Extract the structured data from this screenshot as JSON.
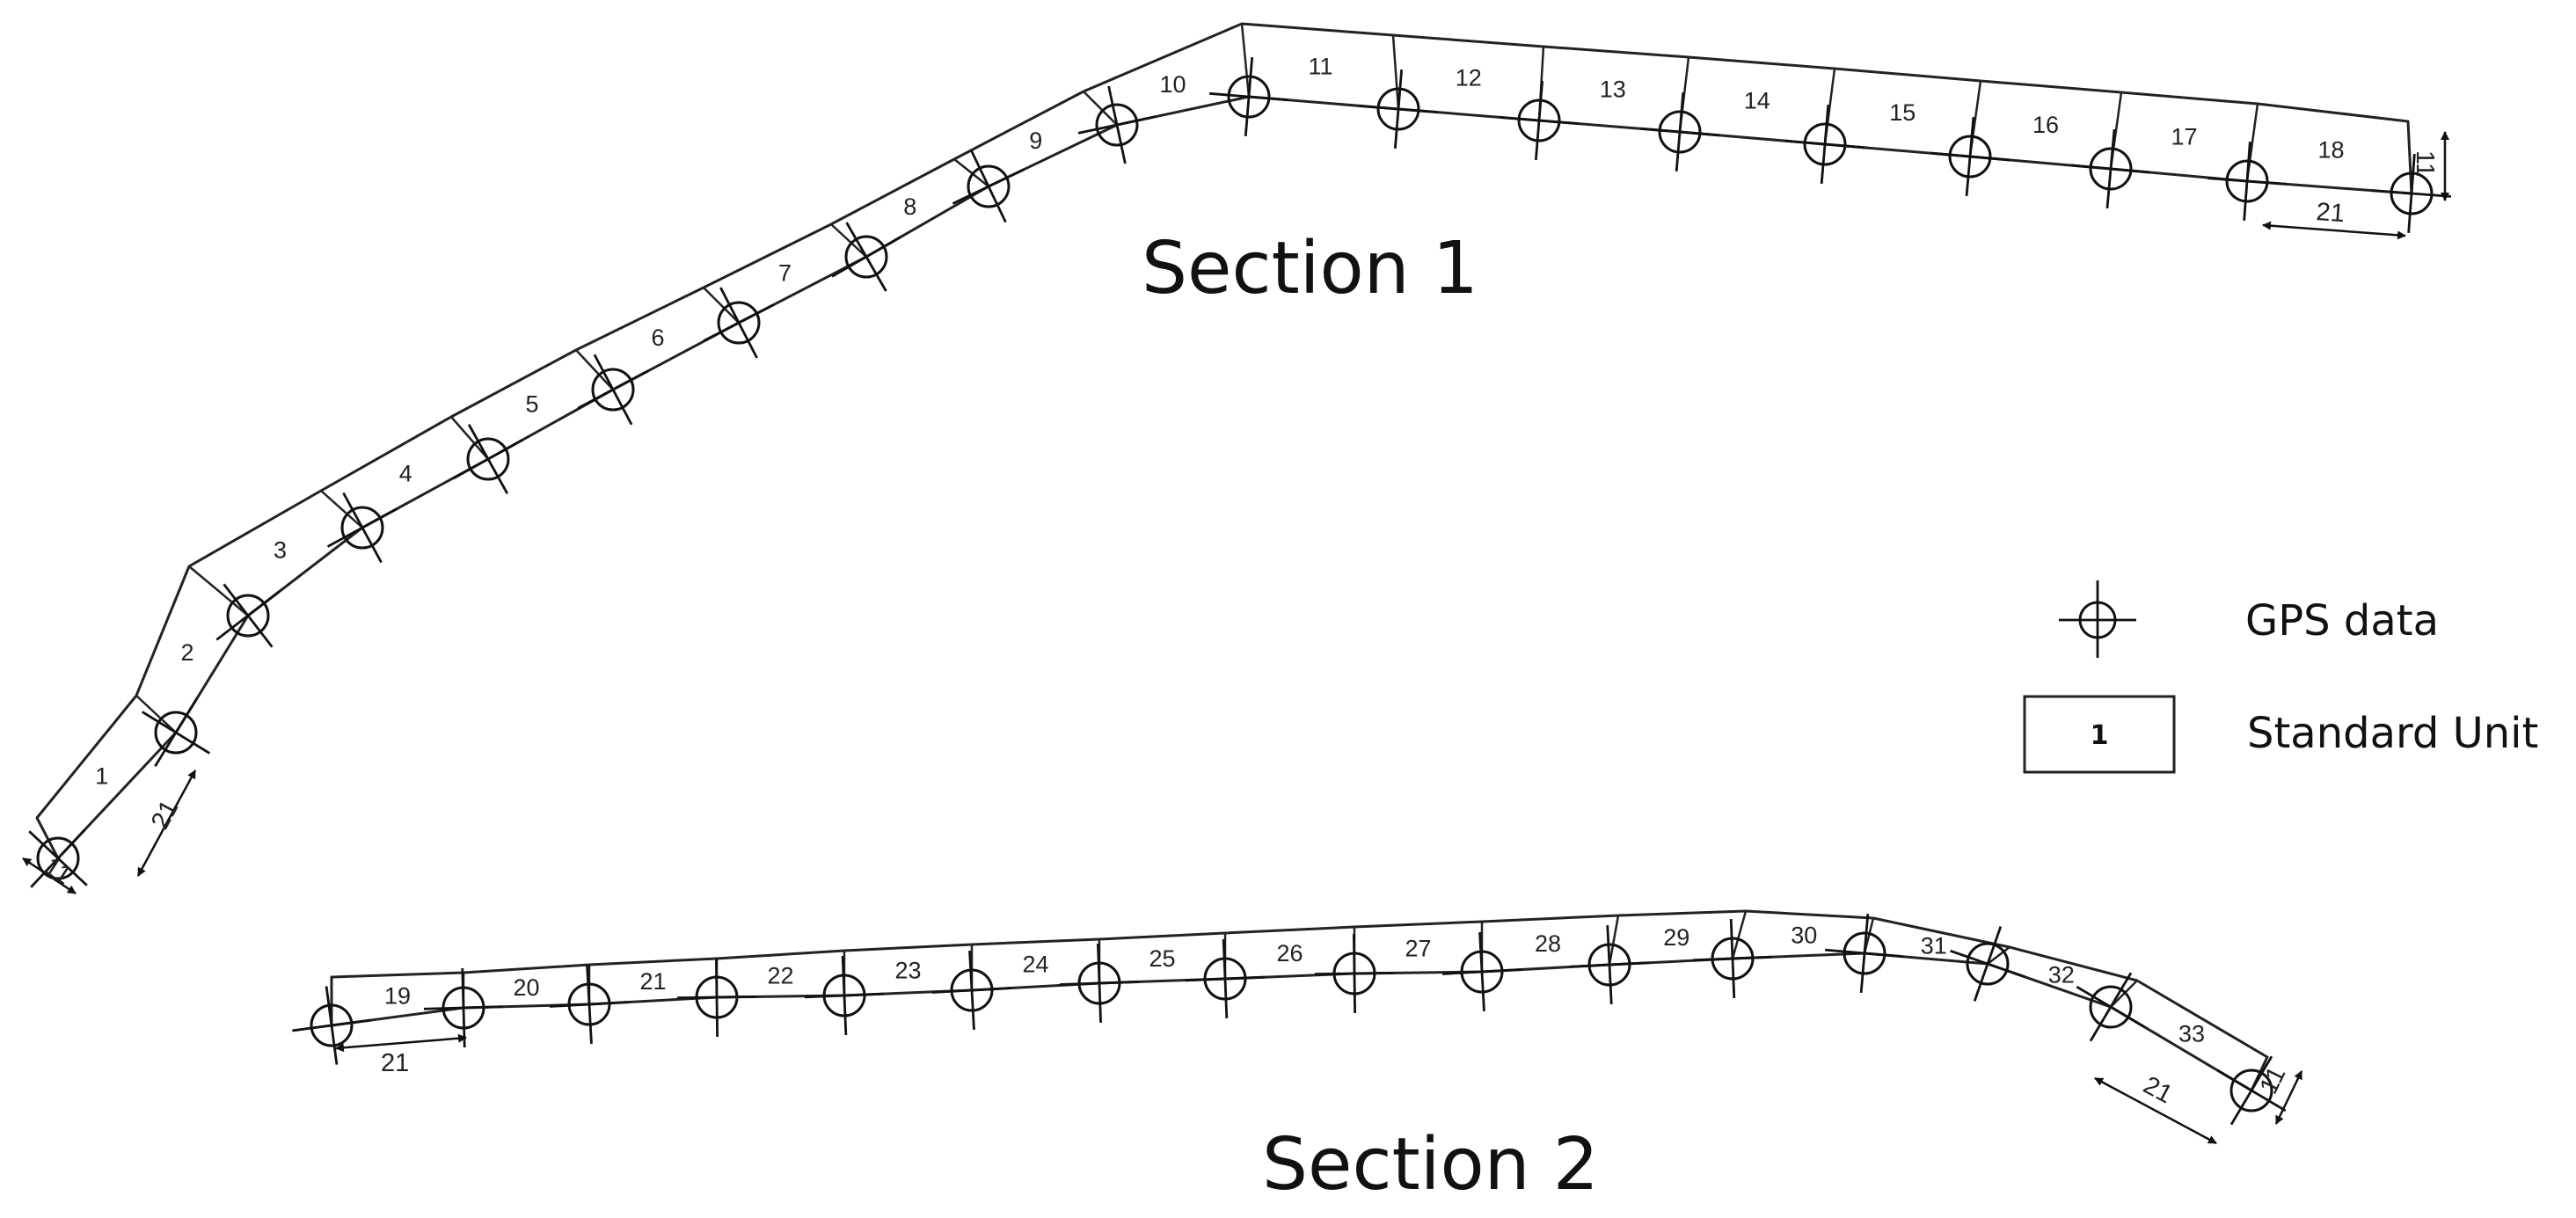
{
  "sections": [
    {
      "title": "Section 1",
      "units": [
        "1",
        "2",
        "3",
        "4",
        "5",
        "6",
        "7",
        "8",
        "9",
        "10",
        "11",
        "12",
        "13",
        "14",
        "15",
        "16",
        "17",
        "18"
      ]
    },
    {
      "title": "Section 2",
      "units": [
        "19",
        "20",
        "21",
        "22",
        "23",
        "24",
        "25",
        "26",
        "27",
        "28",
        "29",
        "30",
        "31",
        "32",
        "33"
      ]
    }
  ],
  "dimensions": {
    "section1_start_width": "11",
    "section1_start_length": "21",
    "section1_end_width": "11",
    "section1_end_length": "21",
    "section2_start_length": "21",
    "section2_end_length": "21",
    "section2_end_width": "11"
  },
  "legend": {
    "gps_label": "GPS data",
    "unit_label": "Standard Unit",
    "unit_example": "1"
  }
}
